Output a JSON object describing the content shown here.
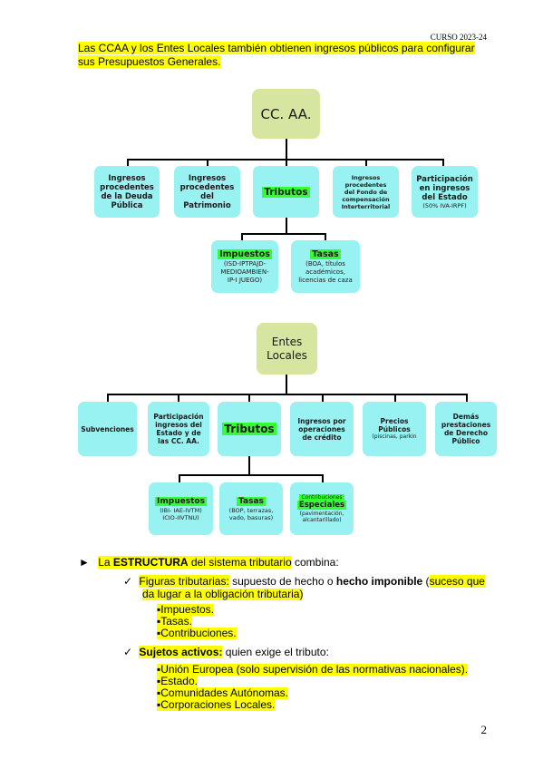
{
  "header": {
    "course": "CURSO 2023-24"
  },
  "intro": {
    "line1": "Las CCAA y los Entes Locales también obtienen ingresos públicos para configurar",
    "line2": "sus Presupuestos Generales."
  },
  "diagram1": {
    "root": "CC. AA.",
    "children": [
      {
        "lines": [
          "Ingresos",
          "procedentes",
          "de la Deuda",
          "Pública"
        ]
      },
      {
        "lines": [
          "Ingresos",
          "procedentes",
          "del",
          "Patrimonio"
        ]
      },
      {
        "label": "Tributos"
      },
      {
        "lines": [
          "Ingresos",
          "procedentes",
          "del Fondo de",
          "compensación",
          "Interterritorial"
        ]
      },
      {
        "lines": [
          "Participación",
          "en ingresos",
          "del Estado"
        ],
        "note": "(50%  IVA-IRPF)"
      }
    ],
    "tributos_children": [
      {
        "label": "Impuestos",
        "lines": [
          "(ISD-IPTPAJD-",
          "MEDIOAMBIEN-",
          "IP-I JUEGO)"
        ]
      },
      {
        "label": "Tasas",
        "lines": [
          "(BOA, títulos",
          "académicos,",
          "licencias de caza"
        ]
      }
    ]
  },
  "diagram2": {
    "root_lines": [
      "Entes",
      "Locales"
    ],
    "children": [
      {
        "lines": [
          "Subvenciones"
        ]
      },
      {
        "lines": [
          "Participación",
          "ingresos del",
          "Estado y de",
          "las CC. AA."
        ]
      },
      {
        "label": "Tributos"
      },
      {
        "lines": [
          "Ingresos por",
          "operaciones",
          "de crédito"
        ]
      },
      {
        "lines": [
          "Precios",
          "Públicos"
        ],
        "note": "(piscinas, parkin"
      },
      {
        "lines": [
          "Demás",
          "prestaciones",
          "de Derecho",
          "Público"
        ]
      }
    ],
    "tributos_children": [
      {
        "label": "Impuestos",
        "lines": [
          "(IBI- IAE-IVTM)",
          "ICIO-IIVTNU)"
        ]
      },
      {
        "label": "Tasas",
        "lines": [
          "(BOP, terrazas,",
          "vado, basuras)"
        ]
      },
      {
        "pre": "Contribuciones",
        "label": "Especiales",
        "lines": [
          "(pavimentación,",
          "alcantarillado)"
        ]
      }
    ]
  },
  "structure": {
    "arrow": "►",
    "intro_a": "La ",
    "intro_b": "ESTRUCTURA",
    "intro_c": " del sistema tributario",
    "intro_d": " combina:",
    "check": "✓",
    "fig_a": "Figuras tributarias:",
    "fig_b": " supuesto de hecho o ",
    "fig_c": "hecho imponible",
    "fig_d": " (",
    "fig_e": "suceso que",
    "fig_line2": "da lugar a la obligación tributaria)",
    "fig_items": [
      "▪Impuestos.",
      "▪Tasas.",
      "▪Contribuciones."
    ],
    "suj_a": "Sujetos activos:",
    "suj_b": " quien exige el tributo:",
    "suj_items": [
      "▪Unión Europea (solo supervisión de las normativas nacionales).",
      "▪Estado.",
      "▪Comunidades Autónomas.",
      "▪Corporaciones Locales."
    ]
  },
  "page_number": "2"
}
